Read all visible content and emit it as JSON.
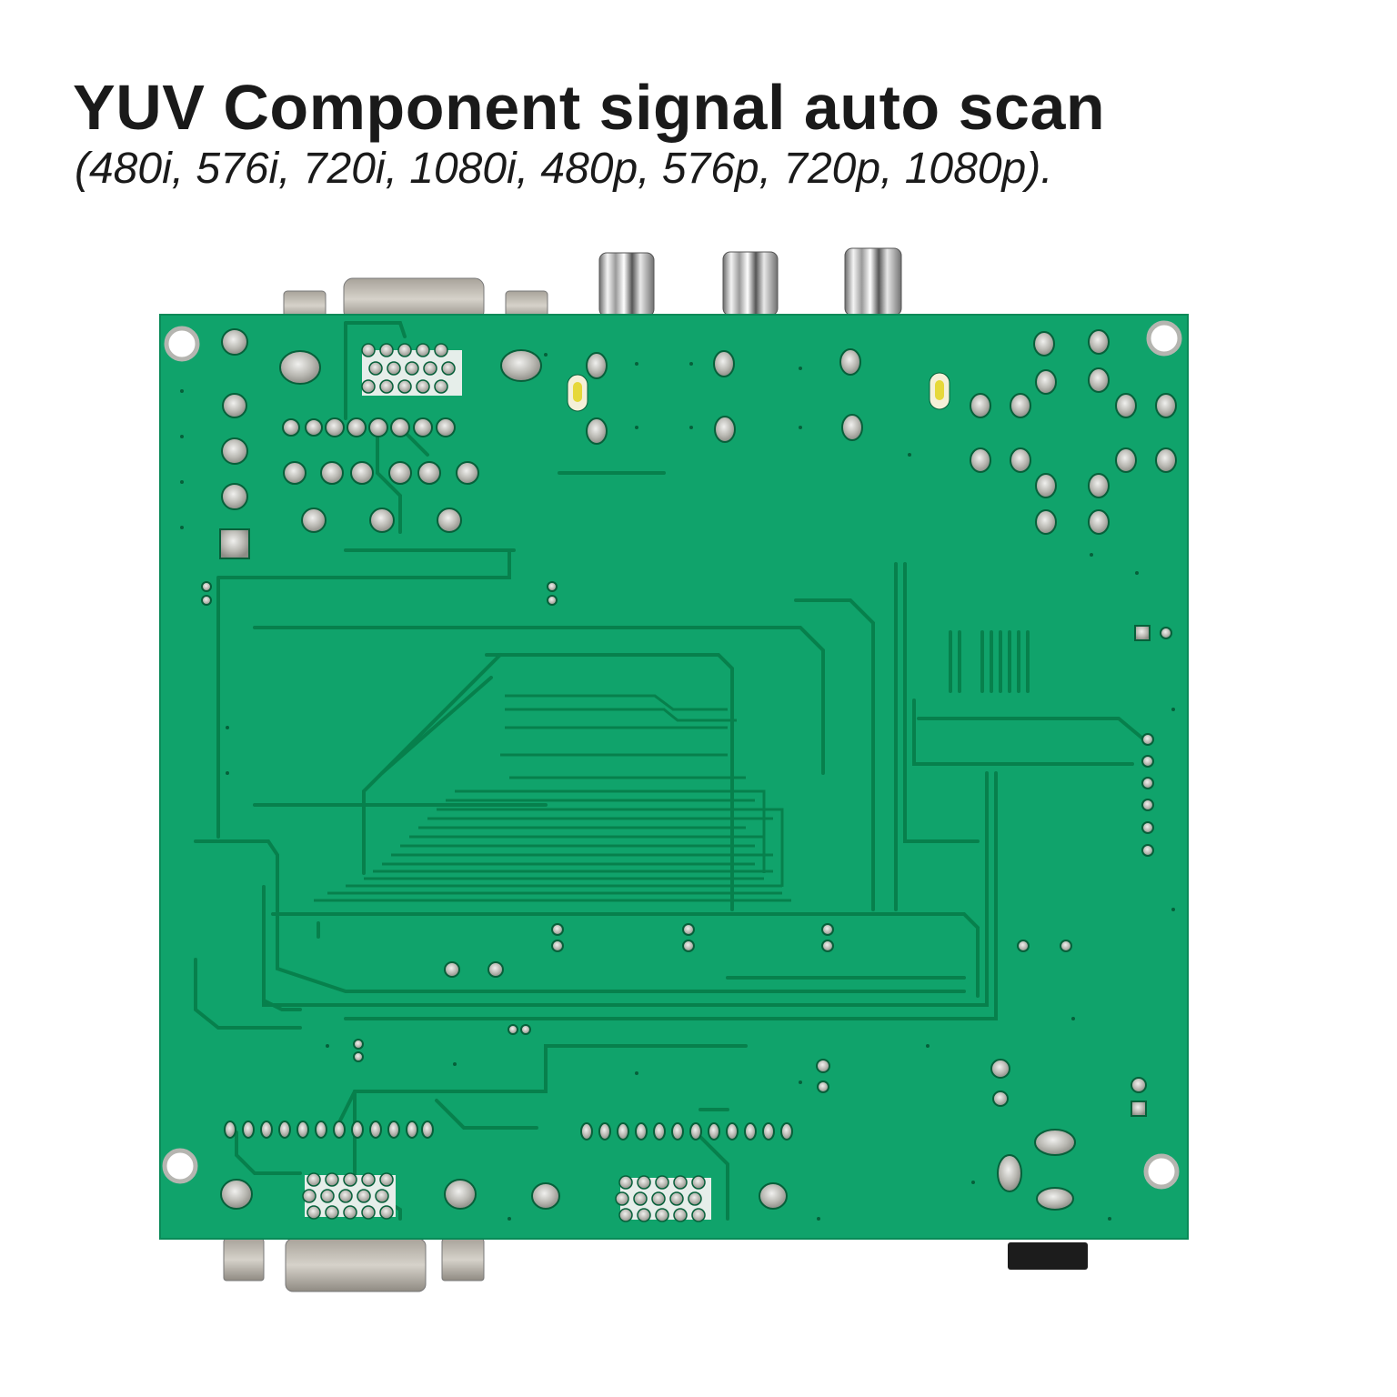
{
  "caption": {
    "title": "YUV Component signal auto scan",
    "subtitle": "(480i, 576i, 720i, 1080i, 480p, 576p, 720p, 1080p)."
  },
  "photo": {
    "subject": "PCB bottom side",
    "board_color": "#10a36b",
    "trace_color": "#07804c",
    "pad_color": "#c9c9c4",
    "connectors": [
      "rca-jack",
      "rca-jack",
      "rca-jack",
      "vga-db15-top",
      "vga-db15-bottom",
      "dc-power-jack"
    ]
  }
}
